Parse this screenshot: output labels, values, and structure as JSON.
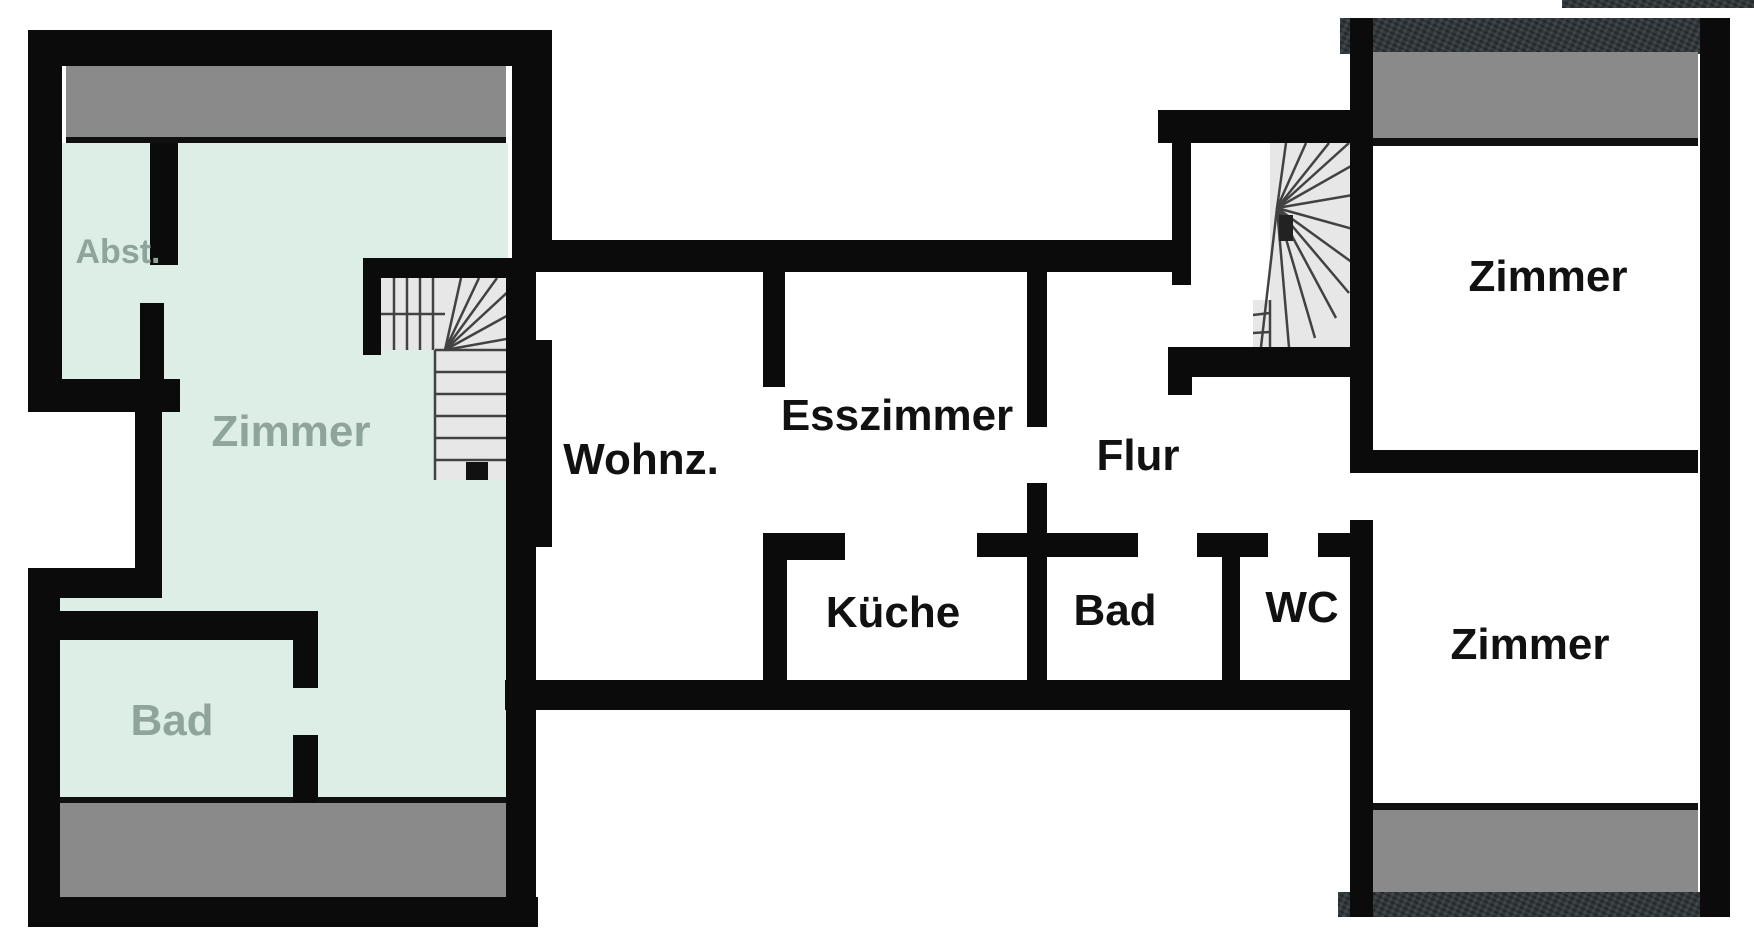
{
  "document": {
    "type": "floor-plan",
    "language": "de"
  },
  "colors": {
    "wall": "#0b0b0b",
    "room_highlight": "#ddeee6",
    "balcony_gray": "#8a8a8a",
    "dark_texture": "#31383b",
    "label_dark": "#111111",
    "label_muted": "#8fa49b",
    "stair_bg": "#e7e7e7",
    "stair_line": "#424242"
  },
  "rooms": [
    {
      "id": "abstellraum",
      "label": "Abst.",
      "highlighted": true
    },
    {
      "id": "zimmer-left",
      "label": "Zimmer",
      "highlighted": true
    },
    {
      "id": "bad-left",
      "label": "Bad",
      "highlighted": true
    },
    {
      "id": "wohnzimmer",
      "label": "Wohnz.",
      "highlighted": false
    },
    {
      "id": "esszimmer",
      "label": "Esszimmer",
      "highlighted": false
    },
    {
      "id": "flur",
      "label": "Flur",
      "highlighted": false
    },
    {
      "id": "kueche",
      "label": "Küche",
      "highlighted": false
    },
    {
      "id": "bad-middle",
      "label": "Bad",
      "highlighted": false
    },
    {
      "id": "wc",
      "label": "WC",
      "highlighted": false
    },
    {
      "id": "zimmer-top-right",
      "label": "Zimmer",
      "highlighted": false
    },
    {
      "id": "zimmer-bottom-right",
      "label": "Zimmer",
      "highlighted": false
    }
  ],
  "features": {
    "staircases": 2,
    "balconies": 4
  }
}
